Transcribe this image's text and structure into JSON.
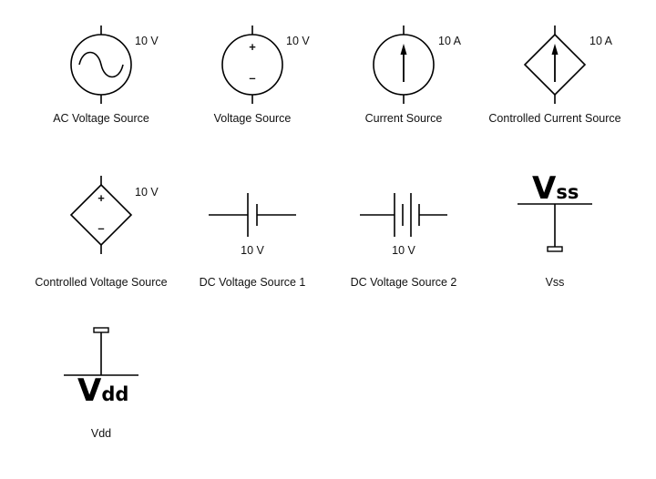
{
  "symbols": [
    {
      "id": "ac",
      "label": "AC Voltage Source",
      "value": "10 V"
    },
    {
      "id": "vsrc",
      "label": "Voltage Source",
      "value": "10 V",
      "plus": "+",
      "minus": "–"
    },
    {
      "id": "isrc",
      "label": "Current Source",
      "value": "10 A"
    },
    {
      "id": "cisrc",
      "label": "Controlled Current Source",
      "value": "10 A"
    },
    {
      "id": "cvsrc",
      "label": "Controlled Voltage Source",
      "value": "10 V",
      "plus": "+",
      "minus": "–"
    },
    {
      "id": "dc1",
      "label": "DC Voltage Source 1",
      "value": "10 V"
    },
    {
      "id": "dc2",
      "label": "DC Voltage Source 2",
      "value": "10 V"
    },
    {
      "id": "vss",
      "label": "Vss",
      "symbol_main": "V",
      "symbol_sub": "ss"
    },
    {
      "id": "vdd",
      "label": "Vdd",
      "symbol_main": "V",
      "symbol_sub": "dd"
    }
  ]
}
